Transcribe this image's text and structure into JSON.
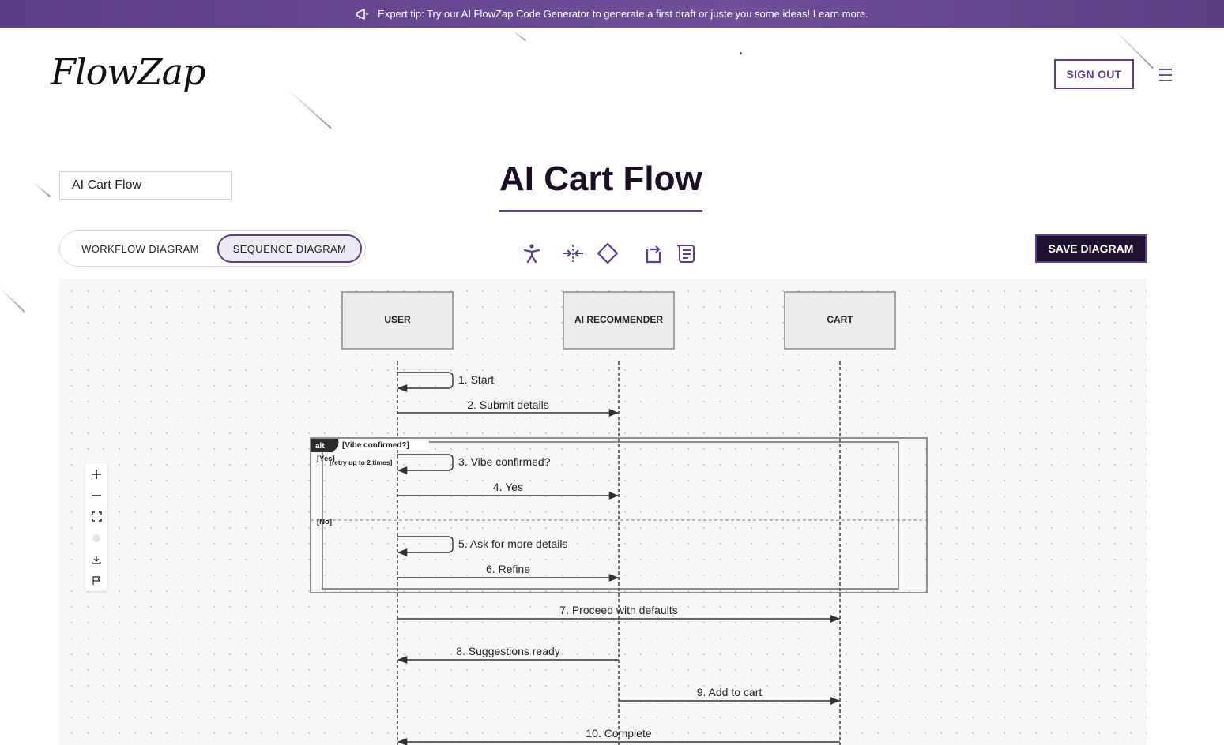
{
  "banner": {
    "text": "Expert tip: Try our AI FlowZap Code Generator to generate a first draft or juste you some ideas! Learn more.",
    "icon": "megaphone-icon"
  },
  "header": {
    "logo": "FlowZap",
    "signout_label": "SIGN OUT",
    "menu_icon": "hamburger-menu-icon"
  },
  "diagram_name": {
    "value": "AI Cart Flow"
  },
  "title": "AI Cart Flow",
  "view_toggle": {
    "workflow_label": "WORKFLOW DIAGRAM",
    "sequence_label": "SEQUENCE DIAGRAM",
    "selected": "sequence"
  },
  "toolbar": {
    "icons": [
      "accessibility-icon",
      "collapse-icon",
      "diamond-icon",
      "rotate-icon",
      "script-icon"
    ]
  },
  "save_label": "SAVE DIAGRAM",
  "colors": {
    "accent": "#5b3e84",
    "dark": "#1f1230",
    "banner": "#6a4b93"
  },
  "sequence": {
    "participants": [
      "USER",
      "AI RECOMMENDER",
      "CART"
    ],
    "messages": [
      "1. Start",
      "2. Submit details",
      "3. Vibe confirmed?",
      "4. Yes",
      "5. Ask for more details",
      "6. Refine",
      "7. Proceed with defaults",
      "8. Suggestions ready",
      "9. Add to cart",
      "10. Complete"
    ],
    "alt_label": "alt",
    "alt_condition": "[Vibe confirmed?]",
    "loop_label": "[retry up to 2 times]",
    "yes_label": "[Yes]",
    "no_label": "[No]"
  },
  "zoom_controls": [
    "zoom-in-icon",
    "zoom-out-icon",
    "fit-screen-icon",
    "dot-icon",
    "download-icon",
    "flag-icon"
  ]
}
